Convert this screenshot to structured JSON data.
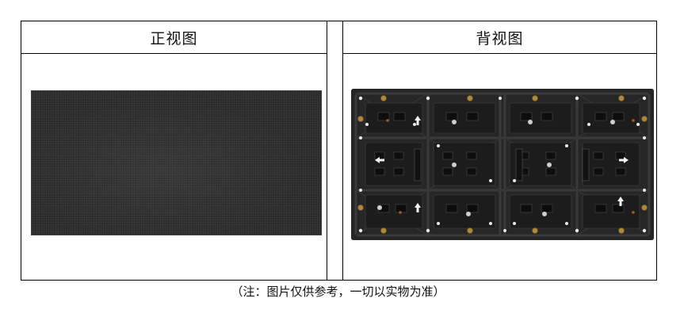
{
  "table": {
    "front_header": "正视图",
    "back_header": "背视图"
  },
  "caption": "（注：图片仅供参考，一切以实物为准）",
  "colors": {
    "border": "#000000",
    "front_panel": "#2a2a2a",
    "back_panel": "#262626",
    "board": "#1c1c1c",
    "brass": "#b08a3a"
  }
}
